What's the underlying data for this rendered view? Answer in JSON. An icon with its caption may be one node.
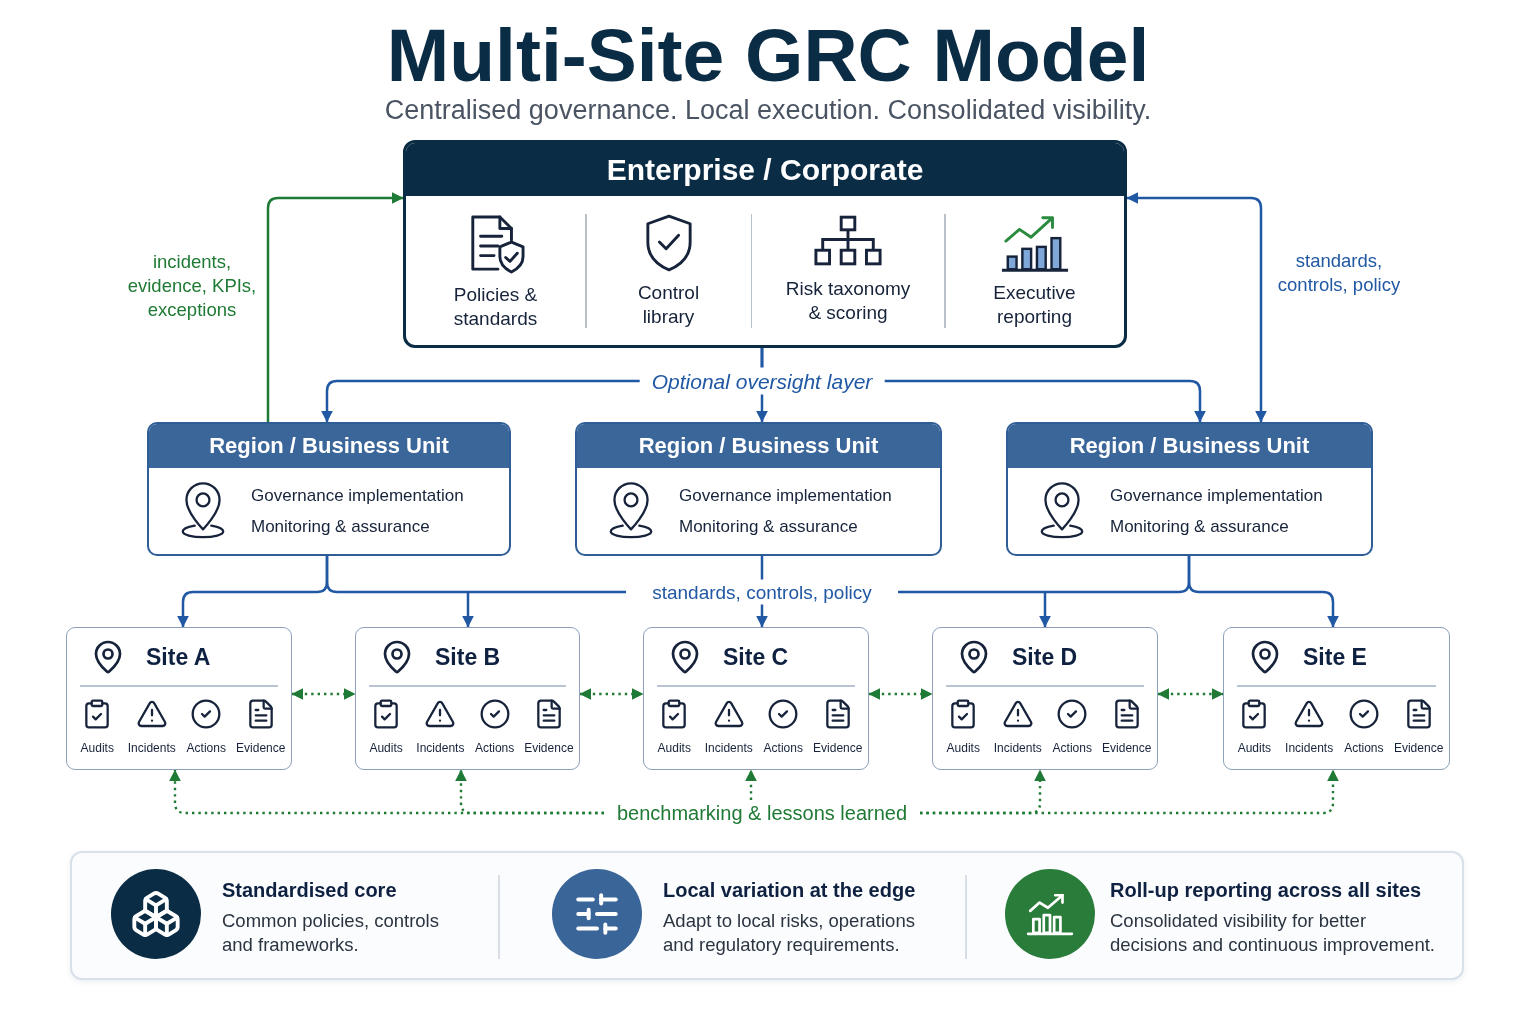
{
  "diagram": {
    "title": "Multi-Site GRC Model",
    "nodes": [
      {
        "text": [
          "Enterprise / Corporate",
          "Policies & standards",
          "Control library",
          "Risk taxonomy & scoring",
          "Executive reporting"
        ]
      },
      {
        "text": [
          "Region / Business Unit",
          "Governance implementation",
          "Monitoring & assurance"
        ]
      },
      {
        "text": [
          "Region / Business Unit",
          "Governance implementation",
          "Monitoring & assurance"
        ]
      },
      {
        "text": [
          "Region / Business Unit",
          "Governance implementation",
          "Monitoring & assurance"
        ]
      },
      {
        "text": [
          "Site A",
          "Audits",
          "Incidents",
          "Actions",
          "Evidence"
        ]
      },
      {
        "text": [
          "Site B",
          "Audits",
          "Incidents",
          "Actions",
          "Evidence"
        ]
      },
      {
        "text": [
          "Site C",
          "Audits",
          "Incidents",
          "Actions",
          "Evidence"
        ]
      },
      {
        "text": [
          "Site D",
          "Audits",
          "Incidents",
          "Actions",
          "Evidence"
        ]
      },
      {
        "text": [
          "Site E",
          "Audits",
          "Incidents",
          "Actions",
          "Evidence"
        ]
      },
      {
        "text": [
          "benchmarking & lessons learned"
        ]
      },
      {
        "text": [
          "Standardised core",
          "Common policies, controls and frameworks.",
          "Local variation at the edge",
          "Adapt to local risks, operations and regulatory requirements.",
          "Roll-up reporting across all sites",
          "Consolidated visibility for better decisions and continuous improvement."
        ]
      }
    ],
    "edges": [
      {
        "from": 1,
        "to": 0,
        "arrow": "to",
        "label": "incidents, evidence, KPIs, exceptions",
        "color": "#1f7a35"
      },
      {
        "from": 0,
        "to": 3,
        "arrow": "both",
        "label": "standards, controls, policy",
        "color": "#2158a4"
      },
      {
        "from": 0,
        "to": 1,
        "arrow": "to",
        "color": "#2158a4"
      },
      {
        "from": 0,
        "to": 2,
        "arrow": "to",
        "label": "Optional oversight layer",
        "color": "#2158a4"
      },
      {
        "from": 0,
        "to": 3,
        "arrow": "to",
        "color": "#2158a4"
      },
      {
        "from": 1,
        "to": 4,
        "arrow": "to",
        "color": "#2158a4"
      },
      {
        "from": 1,
        "to": 5,
        "arrow": "to",
        "color": "#2158a4"
      },
      {
        "from": 2,
        "to": 6,
        "arrow": "to",
        "label": "standards, controls, policy",
        "color": "#2158a4"
      },
      {
        "from": 3,
        "to": 7,
        "arrow": "to",
        "color": "#2158a4"
      },
      {
        "from": 3,
        "to": 8,
        "arrow": "to",
        "color": "#2158a4"
      },
      {
        "from": 4,
        "to": 5,
        "arrow": "both",
        "style": "dashed",
        "color": "#1f7a35"
      },
      {
        "from": 5,
        "to": 6,
        "arrow": "both",
        "style": "dashed",
        "color": "#1f7a35"
      },
      {
        "from": 6,
        "to": 7,
        "arrow": "both",
        "style": "dashed",
        "color": "#1f7a35"
      },
      {
        "from": 7,
        "to": 8,
        "arrow": "both",
        "style": "dashed",
        "color": "#1f7a35"
      },
      {
        "from": 9,
        "to": 4,
        "arrow": "to",
        "style": "dashed",
        "color": "#1f7a35"
      },
      {
        "from": 9,
        "to": 5,
        "arrow": "to",
        "style": "dashed",
        "color": "#1f7a35"
      },
      {
        "from": 9,
        "to": 6,
        "arrow": "to",
        "style": "dashed",
        "color": "#1f7a35"
      },
      {
        "from": 9,
        "to": 7,
        "arrow": "to",
        "style": "dashed",
        "color": "#1f7a35"
      },
      {
        "from": 9,
        "to": 8,
        "arrow": "to",
        "style": "dashed",
        "color": "#1f7a35"
      }
    ],
    "labels": [
      "Centralised governance. Local execution. Consolidated visibility."
    ]
  }
}
